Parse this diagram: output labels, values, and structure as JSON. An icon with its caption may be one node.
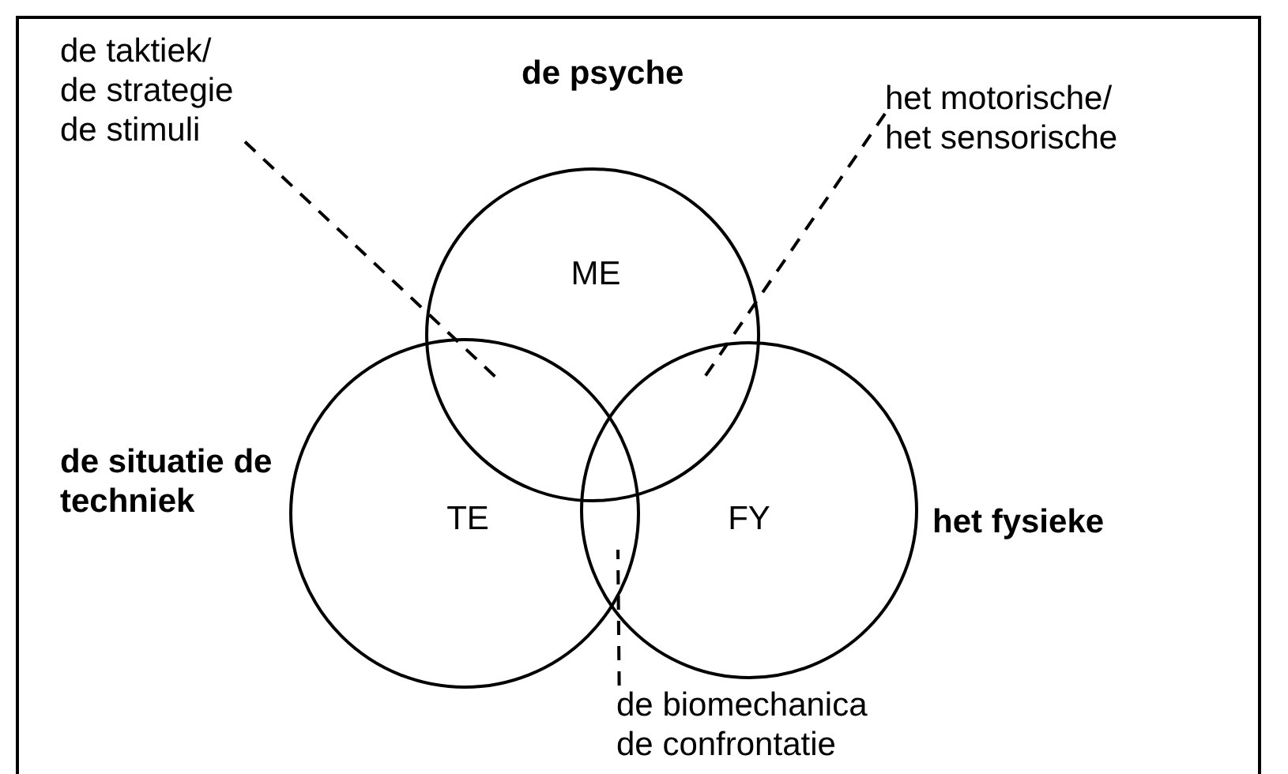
{
  "diagram": {
    "nodes": [
      {
        "text": [
          "ME"
        ],
        "beside": [
          "de psyche"
        ]
      },
      {
        "text": [
          "TE"
        ],
        "beside": [
          "de situatie de techniek"
        ]
      },
      {
        "text": [
          "FY"
        ],
        "beside": [
          "het fysieke"
        ]
      },
      {
        "text": [
          "de taktiek/ de strategie de stimuli"
        ]
      },
      {
        "text": [
          "het motorische/ het sensorische"
        ]
      },
      {
        "text": [
          "de biomechanica de confrontatie"
        ]
      }
    ],
    "edges": [
      {
        "from": 3,
        "to": 0,
        "arrow": "none",
        "style": "dashed"
      },
      {
        "from": 4,
        "to": 0,
        "arrow": "none",
        "style": "dashed"
      },
      {
        "from": 5,
        "to": 2,
        "arrow": "none",
        "style": "dashed"
      }
    ]
  }
}
